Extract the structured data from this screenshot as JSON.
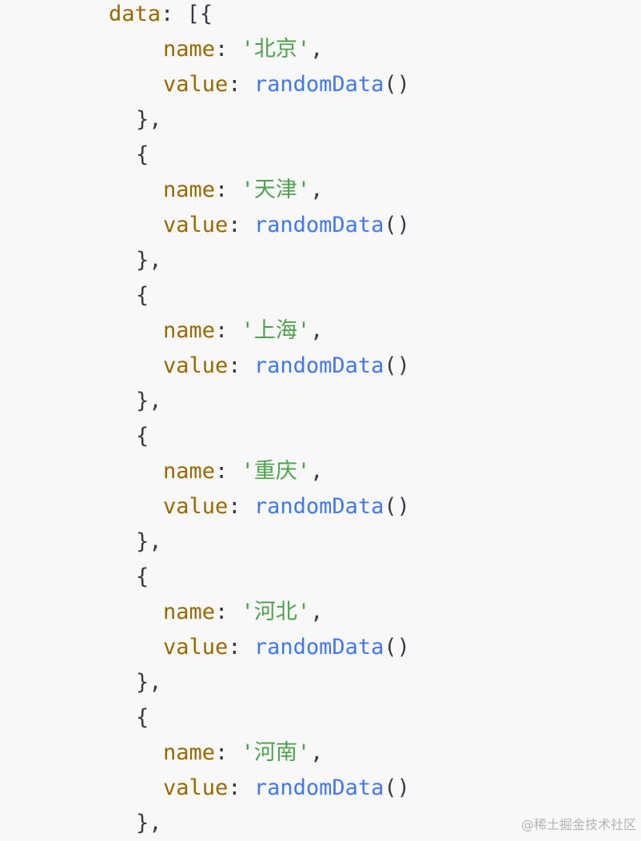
{
  "code": {
    "opening": {
      "key": "data",
      "colon": ":",
      "brackets": "[{"
    },
    "entries": [
      {
        "name_key": "name",
        "name_value": "'北京'",
        "value_key": "value",
        "call": "randomData",
        "parens": "()"
      },
      {
        "name_key": "name",
        "name_value": "'天津'",
        "value_key": "value",
        "call": "randomData",
        "parens": "()"
      },
      {
        "name_key": "name",
        "name_value": "'上海'",
        "value_key": "value",
        "call": "randomData",
        "parens": "()"
      },
      {
        "name_key": "name",
        "name_value": "'重庆'",
        "value_key": "value",
        "call": "randomData",
        "parens": "()"
      },
      {
        "name_key": "name",
        "name_value": "'河北'",
        "value_key": "value",
        "call": "randomData",
        "parens": "()"
      },
      {
        "name_key": "name",
        "name_value": "'河南'",
        "value_key": "value",
        "call": "randomData",
        "parens": "()"
      }
    ],
    "open_brace": "{",
    "close_brace": "},",
    "colon": ":",
    "comma": ","
  },
  "watermark": "@稀土掘金技术社区",
  "colors": {
    "background": "#f8f8f8",
    "key": "#986801",
    "string": "#50a14f",
    "function": "#4078f2",
    "punctuation": "#383a42"
  }
}
